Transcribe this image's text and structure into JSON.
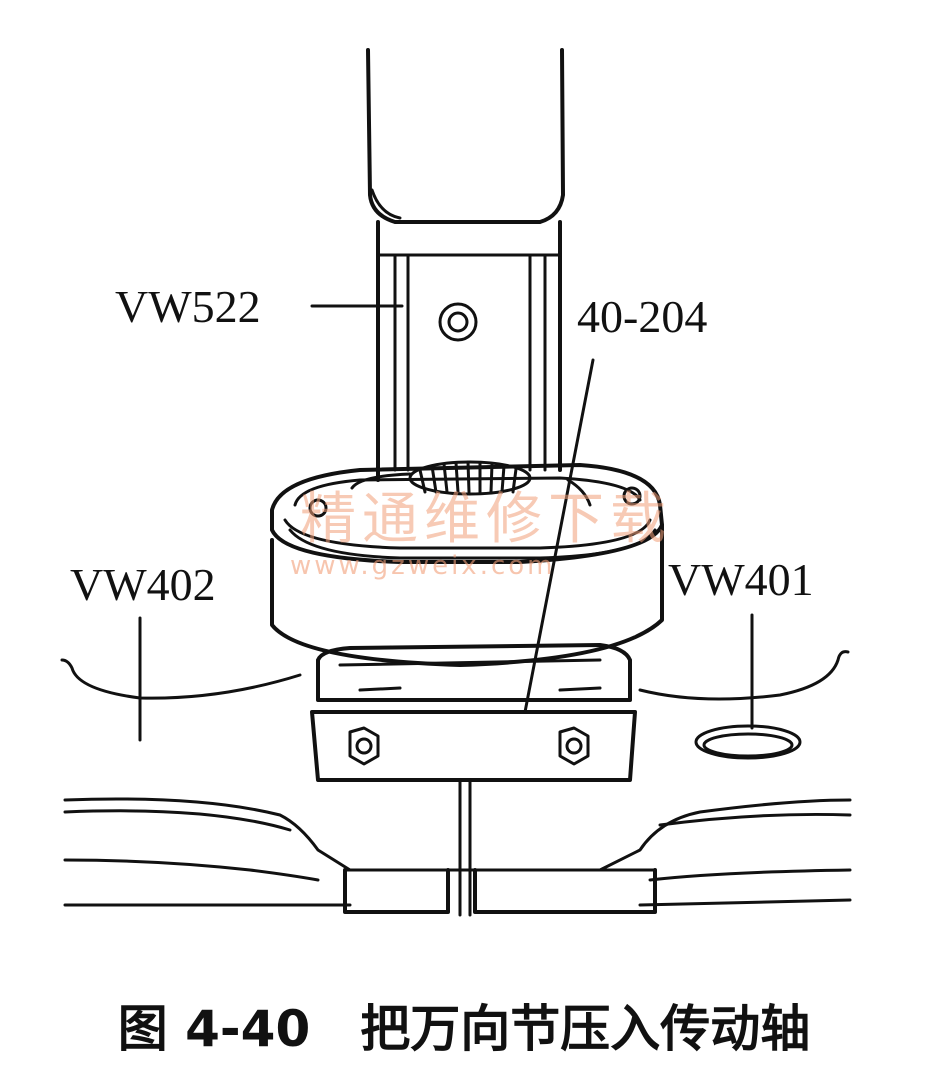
{
  "labels": {
    "vw522": "VW522",
    "part_40_204": "40-204",
    "vw402": "VW402",
    "vw401": "VW401"
  },
  "watermark": {
    "cn": "精通维修下载",
    "url": "www.gzweix.com"
  },
  "caption": "图 4-40　把万向节压入传动轴"
}
